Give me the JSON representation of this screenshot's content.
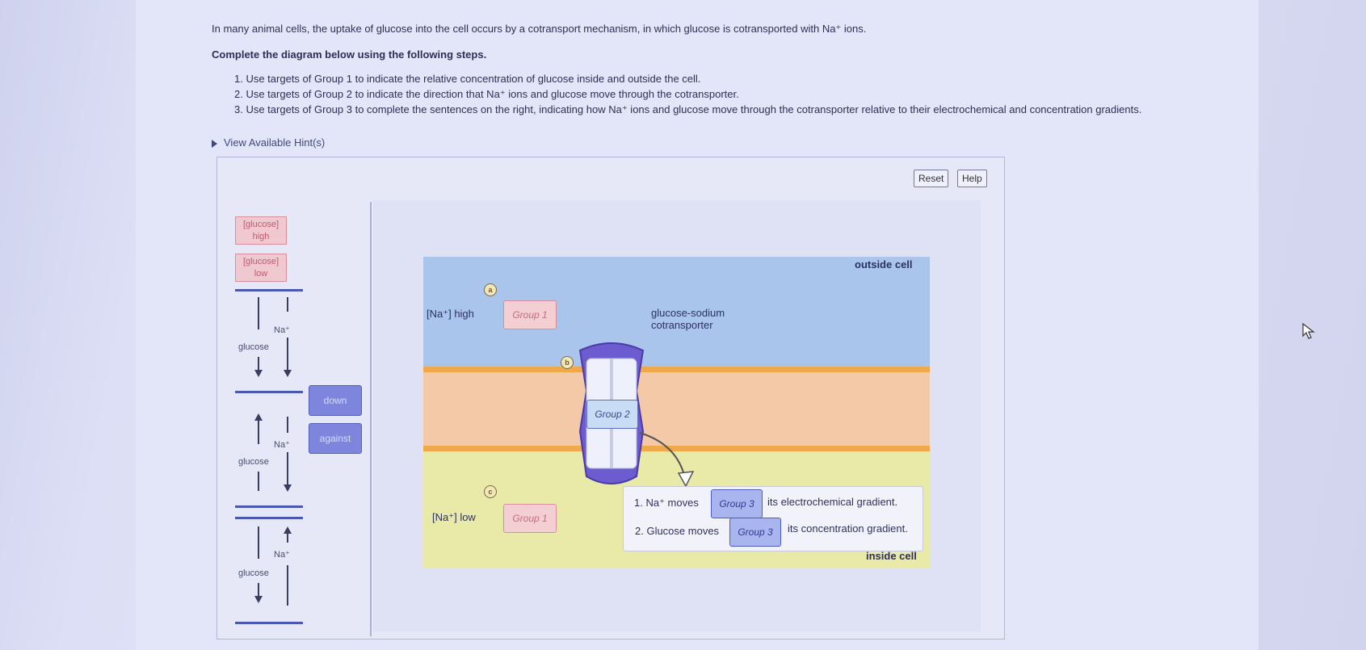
{
  "intro": "In many animal cells, the uptake of glucose into the cell occurs by a cotransport mechanism, in which glucose is cotransported with Na⁺ ions.",
  "complete_heading": "Complete the diagram below using the following steps.",
  "steps": [
    "1. Use targets of Group 1 to indicate the relative concentration of glucose inside and outside the cell.",
    "2. Use targets of Group 2 to indicate the direction that Na⁺ ions and glucose move through the cotransporter.",
    "3. Use targets of Group 3 to complete the sentences on the right, indicating how Na⁺ ions and glucose move through the cotransporter relative to their electrochemical and concentration gradients."
  ],
  "hints_label": "View Available Hint(s)",
  "buttons": {
    "reset": "Reset",
    "help": "Help"
  },
  "options": {
    "glucose_high": "[glucose] high",
    "glucose_low": "[glucose] low",
    "arrows": [
      {
        "na": "Na⁺",
        "glucose": "glucose"
      },
      {
        "na": "Na⁺",
        "glucose": "glucose"
      },
      {
        "na": "Na⁺",
        "glucose": "glucose"
      }
    ],
    "down": "down",
    "against": "against"
  },
  "diagram": {
    "outside_cell": "outside cell",
    "inside_cell": "inside cell",
    "na_high": "[Na⁺] high",
    "na_low": "[Na⁺] low",
    "transporter": "glucose-sodium\ncotransporter",
    "group1": "Group 1",
    "group2": "Group 2",
    "group3": "Group 3",
    "marker_a": "a",
    "marker_b": "b",
    "marker_c": "c",
    "sentence1_start": "1. Na⁺ moves",
    "sentence1_end": "its electrochemical gradient.",
    "sentence2_start": "2. Glucose moves",
    "sentence2_end": "its concentration gradient."
  },
  "colors": {
    "outside": "#a9c5ec",
    "membrane": "#f3c9a8",
    "inside": "#eaeaa8",
    "transporter": "#7a6cd8"
  }
}
